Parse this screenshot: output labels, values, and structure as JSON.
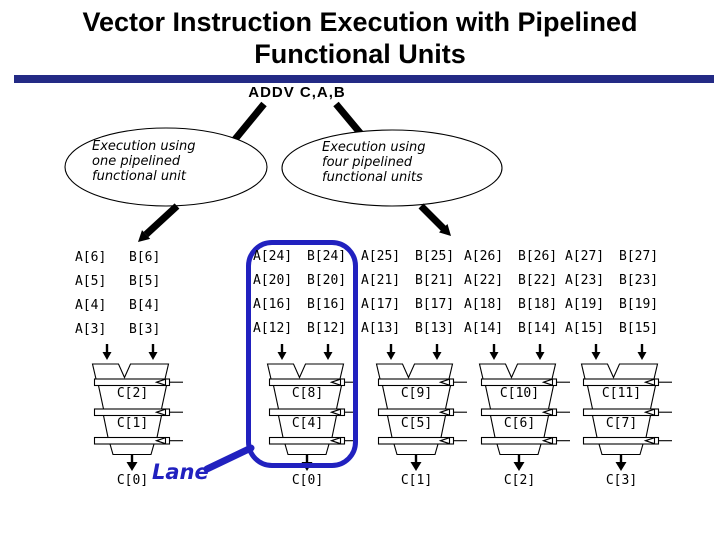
{
  "title": {
    "line1": "Vector Instruction Execution with Pipelined",
    "line2": "Functional Units"
  },
  "instruction": "ADDV C,A,B",
  "callouts": {
    "left": {
      "line1": "Execution using",
      "line2": "one pipelined",
      "line3": "functional unit"
    },
    "right": {
      "line1": "Execution using",
      "line2": "four pipelined",
      "line3": "functional units"
    }
  },
  "cells": {
    "left": [
      [
        "A[6]",
        "B[6]"
      ],
      [
        "A[5]",
        "B[5]"
      ],
      [
        "A[4]",
        "B[4]"
      ],
      [
        "A[3]",
        "B[3]"
      ]
    ],
    "lane1": [
      [
        "A[24]",
        "B[24]"
      ],
      [
        "A[20]",
        "B[20]"
      ],
      [
        "A[16]",
        "B[16]"
      ],
      [
        "A[12]",
        "B[12]"
      ]
    ],
    "lane2": [
      [
        "A[25]",
        "B[25]"
      ],
      [
        "A[21]",
        "B[21]"
      ],
      [
        "A[17]",
        "B[17]"
      ],
      [
        "A[13]",
        "B[13]"
      ]
    ],
    "lane3": [
      [
        "A[26]",
        "B[26]"
      ],
      [
        "A[22]",
        "B[22]"
      ],
      [
        "A[18]",
        "B[18]"
      ],
      [
        "A[14]",
        "B[14]"
      ]
    ],
    "lane4": [
      [
        "A[27]",
        "B[27]"
      ],
      [
        "A[23]",
        "B[23]"
      ],
      [
        "A[19]",
        "B[19]"
      ],
      [
        "A[15]",
        "B[15]"
      ]
    ]
  },
  "funnels": {
    "left": {
      "stage_top": "C[2]",
      "stage_mid": "C[1]",
      "output": "C[0]"
    },
    "lane1": {
      "stage_top": "C[8]",
      "stage_mid": "C[4]",
      "output": "C[0]"
    },
    "lane2": {
      "stage_top": "C[9]",
      "stage_mid": "C[5]",
      "output": "C[1]"
    },
    "lane3": {
      "stage_top": "C[10]",
      "stage_mid": "C[6]",
      "output": "C[2]"
    },
    "lane4": {
      "stage_top": "C[11]",
      "stage_mid": "C[7]",
      "output": "C[3]"
    }
  },
  "lane_label": "Lane",
  "colors": {
    "navy": "#232a85",
    "blue": "#2121bf"
  }
}
